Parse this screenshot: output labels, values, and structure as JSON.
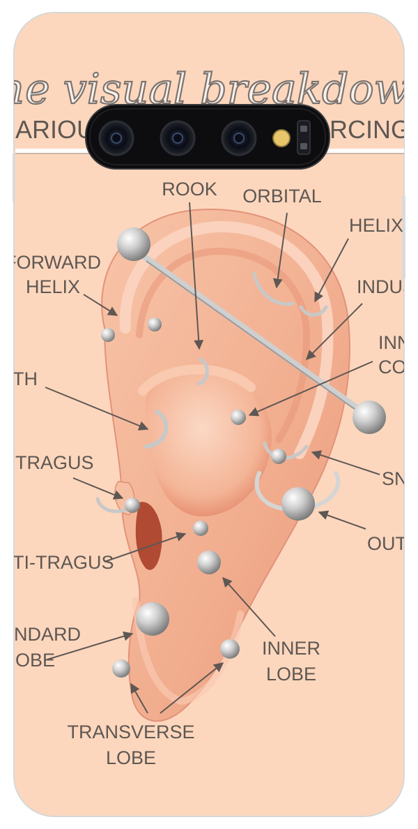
{
  "header": {
    "script_title": "the visual breakdown",
    "caps_left": "ARIOU",
    "caps_right": "RCING"
  },
  "labels": {
    "rook": "ROOK",
    "orbital": "ORBITAL",
    "helix": "HELIX",
    "forward_helix_1": "FORWARD",
    "forward_helix_2": "HELIX",
    "industrial": "INDUST",
    "inner_conch_1": "INN",
    "inner_conch_2": "CO",
    "daith": "TH",
    "tragus": "TRAGUS",
    "snug": "SN",
    "anti_tragus": "TI-TRAGUS",
    "outer": "OUT",
    "standard_lobe_1": "NDARD",
    "standard_lobe_2": "OBE",
    "inner_lobe_1": "INNER",
    "inner_lobe_2": "LOBE",
    "transverse_lobe_1": "TRANSVERSE",
    "transverse_lobe_2": "LOBE"
  },
  "colors": {
    "background": "#fcd7bd",
    "ear_skin": "#f4b394",
    "ear_shadow": "#de8a6c",
    "label_text": "#5e5753",
    "jewelry": "#c9c9c9",
    "camera_bar": "#0d0d0f"
  }
}
